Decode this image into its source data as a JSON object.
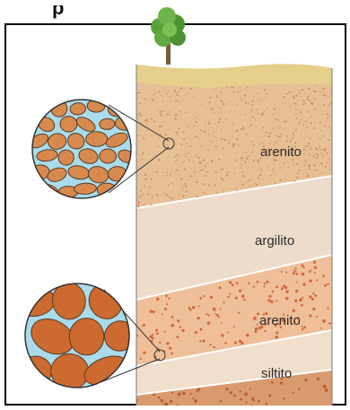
{
  "header": {
    "title_fragment": "p"
  },
  "layers": [
    {
      "id": "arenito-upper",
      "label": "arenito"
    },
    {
      "id": "argilito",
      "label": "argilito"
    },
    {
      "id": "arenito-lower",
      "label": "arenito"
    },
    {
      "id": "siltito",
      "label": "siltito"
    }
  ],
  "colors": {
    "frame": "#000000",
    "topsoil": "#e6cf8a",
    "arenito_upper": "#e6bf95",
    "argilito": "#eedccb",
    "arenito_lower": "#eebf98",
    "siltito": "#f1dfcb",
    "bottom": "#d99a6e",
    "grain_fine": "#d88a4e",
    "grain_coarse": "#cc6a2f",
    "pore_water": "#a9dbea",
    "tree_leaves": "#5aa13a"
  },
  "icons": [
    "tree-icon",
    "fine-grain-magnifier",
    "coarse-grain-magnifier"
  ]
}
